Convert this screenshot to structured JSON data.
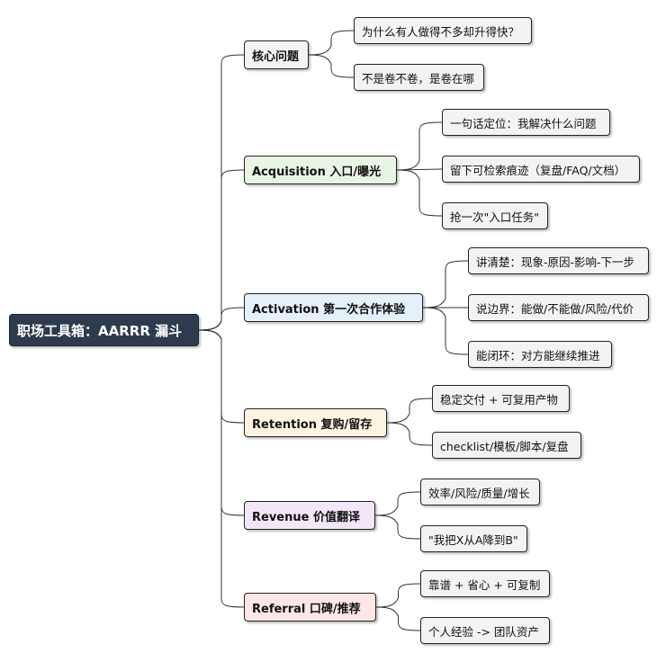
{
  "root": {
    "label": "职场工具箱：AARRR 漏斗",
    "bg": "#2e3b4e"
  },
  "branches": [
    {
      "label": "核心问题",
      "bg": "#f3f3f3",
      "children": [
        "为什么有人做得不多却升得快？",
        "不是卷不卷，是卷在哪"
      ]
    },
    {
      "label": "Acquisition 入口/曝光",
      "bg": "#e8f4e4",
      "children": [
        "一句话定位：我解决什么问题",
        "留下可检索痕迹（复盘/FAQ/文档）",
        "抢一次\"入口任务\""
      ]
    },
    {
      "label": "Activation 第一次合作体验",
      "bg": "#e4f0fc",
      "children": [
        "讲清楚：现象-原因-影响-下一步",
        "说边界：能做/不能做/风险/代价",
        "能闭环：对方能继续推进"
      ]
    },
    {
      "label": "Retention 复购/留存",
      "bg": "#fdf3e0",
      "children": [
        "稳定交付 + 可复用产物",
        "checklist/模板/脚本/复盘"
      ]
    },
    {
      "label": "Revenue 价值翻译",
      "bg": "#f3e6f8",
      "children": [
        "效率/风险/质量/增长",
        "\"我把X从A降到B\""
      ]
    },
    {
      "label": "Referral 口碑/推荐",
      "bg": "#fde6e6",
      "children": [
        "靠谱 + 省心 + 可复制",
        "个人经验 -> 团队资产"
      ]
    }
  ]
}
